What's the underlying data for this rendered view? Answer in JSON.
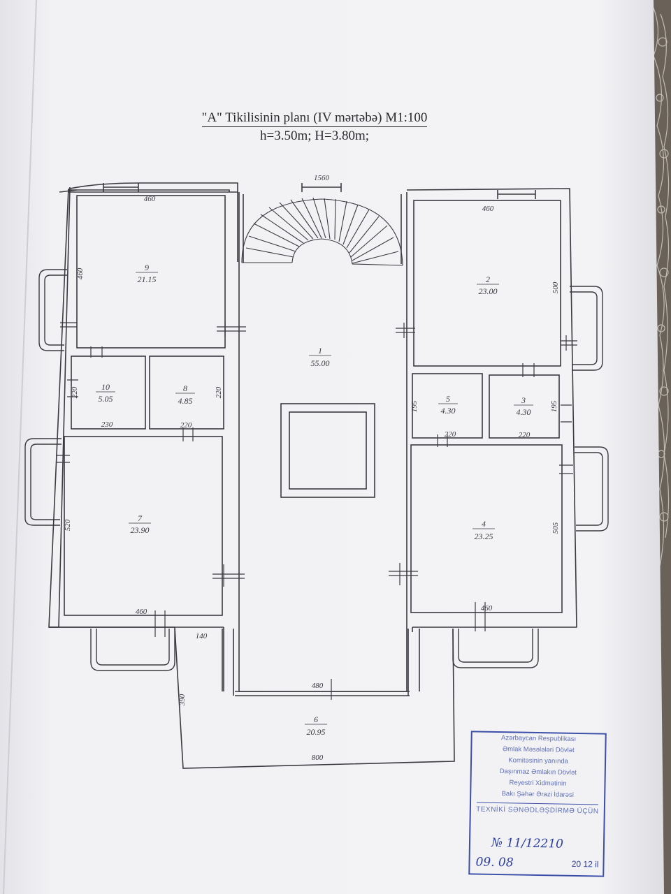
{
  "title": {
    "line1": "\"A\" Tikilisinin planı (IV mərtəbə) M1:100",
    "line2": "h=3.50m; H=3.80m;"
  },
  "rooms": [
    {
      "num": "1",
      "area": "55.00"
    },
    {
      "num": "2",
      "area": "23.00"
    },
    {
      "num": "3",
      "area": "4.30"
    },
    {
      "num": "4",
      "area": "23.25"
    },
    {
      "num": "5",
      "area": "4.30"
    },
    {
      "num": "6",
      "area": "20.95"
    },
    {
      "num": "7",
      "area": "23.90"
    },
    {
      "num": "8",
      "area": "4.85"
    },
    {
      "num": "9",
      "area": "21.15"
    },
    {
      "num": "10",
      "area": "5.05"
    }
  ],
  "dimensions": {
    "overall_width": "1560",
    "r9_width": "460",
    "r9_depth": "460",
    "r2_width": "460",
    "r2_depth": "500",
    "r10_width": "230",
    "r10_depth": "220",
    "r8_width": "220",
    "r8_depth": "220",
    "r5_width": "220",
    "r5_depth": "195",
    "r3_width": "220",
    "r3_depth": "195",
    "r7_width": "460",
    "r7_depth": "520",
    "r4_width": "460",
    "r4_depth": "505",
    "r1_width": "480",
    "r6_width": "800",
    "r6_depth": "390",
    "r6_offset": "140"
  },
  "stamp": {
    "lines": [
      "Azərbaycan Respublikası",
      "Əmlak Məsələləri Dövlət",
      "Komitəsinin yanında",
      "Daşınmaz Əmlakın Dövlət",
      "Reyestri Xidmətinin",
      "Bakı Şəhər Ərazi İdarəsi"
    ],
    "purpose": "TEXNİKİ SƏNƏDLƏŞDİRMƏ ÜÇÜN",
    "number": "№ 11/12210",
    "date_dm": "09. 08",
    "date_year": "20 12 il"
  },
  "colors": {
    "paper": "#f2f1f4",
    "ink": "#3a3a40",
    "stamp": "#3b4fa8"
  }
}
